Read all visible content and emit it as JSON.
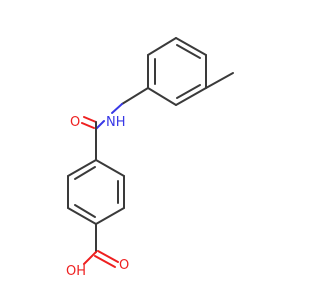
{
  "atoms": {
    "carbonyl_oxygen": "O",
    "amide_nitrogen": "NH",
    "hydroxyl_group": "OH",
    "acid_carbonyl_oxygen": "O"
  },
  "colors": {
    "bond": "#3a3a3a",
    "oxygen": "#ee2020",
    "nitrogen": "#3838e6",
    "background": "#ffffff"
  }
}
